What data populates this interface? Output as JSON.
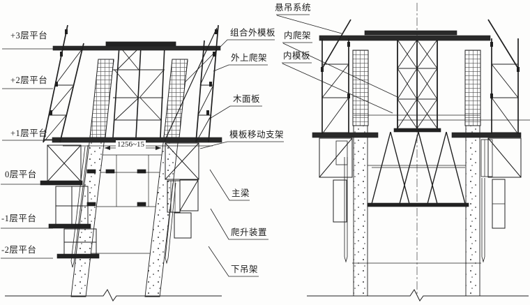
{
  "figure": {
    "left_diagram": {
      "platform_labels": [
        "+3层平台",
        "+2层平台",
        "+1层平台",
        "0层平台",
        "-1层平台",
        "-2层平台"
      ],
      "callouts": [
        "组合外模板",
        "外上爬架",
        "木面板",
        "模板移动支架",
        "主梁",
        "爬升装置",
        "下吊架"
      ],
      "dimension": "1256~15"
    },
    "right_diagram": {
      "callouts": [
        "悬吊系统",
        "内爬架",
        "内模板"
      ]
    },
    "colors": {
      "ink": "#1f1f1f",
      "paper": "#fdfdfc"
    }
  }
}
